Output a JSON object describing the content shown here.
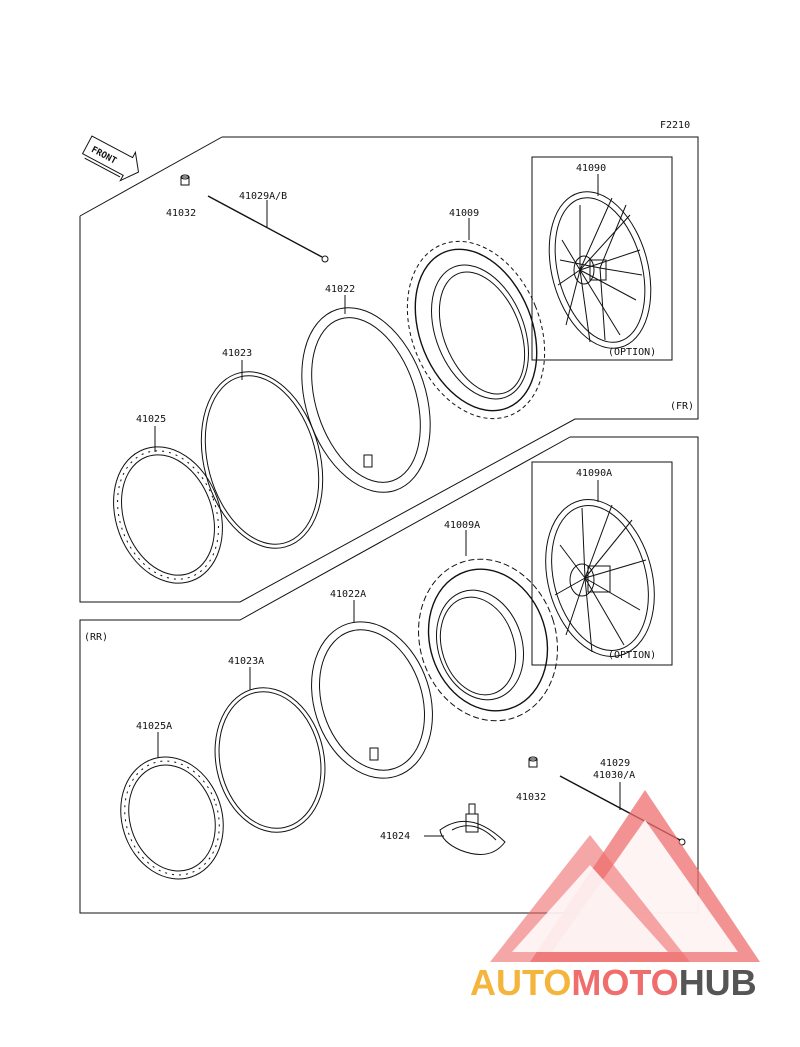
{
  "diagram_code": "F2210",
  "front_arrow_label": "FRONT",
  "front_section": {
    "section_label": "(FR)",
    "parts": {
      "valve_cap": "41032",
      "spoke": "41029A/B",
      "tube": "41022",
      "band": "41023",
      "rim": "41025",
      "tire": "41009",
      "wheel": "41090",
      "wheel_note": "(OPTION)"
    }
  },
  "rear_section": {
    "section_label": "(RR)",
    "parts": {
      "tube": "41022A",
      "band": "41023A",
      "rim": "41025A",
      "tire": "41009A",
      "wheel": "41090A",
      "wheel_note": "(OPTION)",
      "valve_cap": "41032",
      "spoke_1": "41029",
      "spoke_2": "41030/A",
      "rim_lock": "41024"
    }
  },
  "watermark": {
    "part_1": "AUTO",
    "part_2": "MOTO",
    "part_3": "HUB",
    "colors": {
      "yellow": "#f5b43c",
      "red": "#ef6d6d",
      "gray": "#555555"
    }
  }
}
